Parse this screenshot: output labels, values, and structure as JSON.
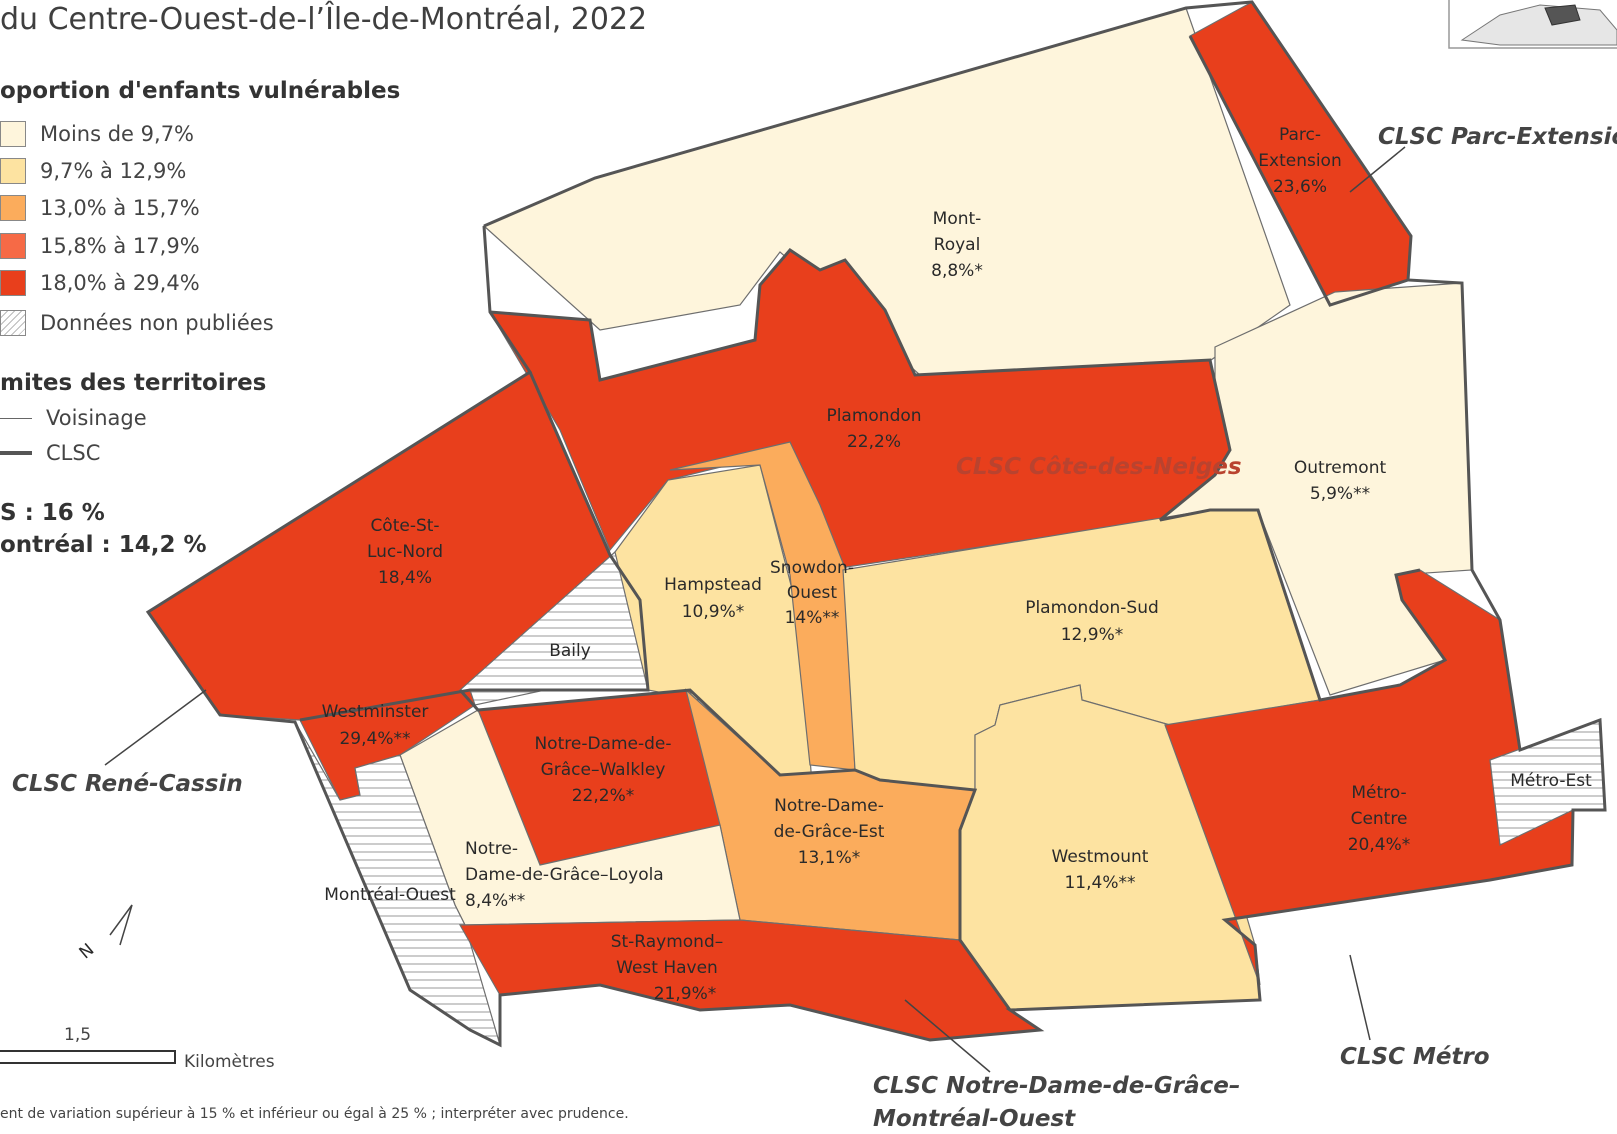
{
  "title": "du Centre-Ouest-de-l’Île-de-Montréal, 2022",
  "legend": {
    "title": "oportion d'enfants vulnérables",
    "classes": [
      {
        "label": "Moins de 9,7%",
        "color": "#fef5dc"
      },
      {
        "label": "9,7% à 12,9%",
        "color": "#fde3a1"
      },
      {
        "label": "13,0% à 15,7%",
        "color": "#fbac5c"
      },
      {
        "label": "15,8% à 17,9%",
        "color": "#f66a46"
      },
      {
        "label": "18,0% à 29,4%",
        "color": "#e83f1c"
      },
      {
        "label": "Données non publiées",
        "color": "hatched"
      }
    ],
    "limits_title": "mites des territoires",
    "limits": [
      {
        "label": "Voisinage"
      },
      {
        "label": "CLSC"
      }
    ]
  },
  "stats": {
    "line1": "S : 16 %",
    "line2": "ontréal : 14,2 %"
  },
  "neighborhoods": {
    "mont_royal": {
      "name1": "Mont-",
      "name2": "Royal",
      "value": "8,8%*"
    },
    "parc_extension": {
      "name1": "Parc-",
      "name2": "Extension",
      "value": "23,6%"
    },
    "plamondon": {
      "name": "Plamondon",
      "value": "22,2%"
    },
    "outremont": {
      "name": "Outremont",
      "value": "5,9%**"
    },
    "cote_st_luc_nord": {
      "name1": "Côte-St-",
      "name2": "Luc-Nord",
      "value": "18,4%"
    },
    "hampstead": {
      "name": "Hampstead",
      "value": "10,9%*"
    },
    "snowdon_ouest": {
      "name1": "Snowdon-",
      "name2": "Ouest",
      "value": "14%**"
    },
    "plamondon_sud": {
      "name": "Plamondon-Sud",
      "value": "12,9%*"
    },
    "baily": {
      "name": "Baily"
    },
    "westminster": {
      "name": "Westminster",
      "value": "29,4%**"
    },
    "ndg_walkley": {
      "name1": "Notre-Dame-de-",
      "name2": "Grâce–Walkley",
      "value": "22,2%*"
    },
    "ndg_est": {
      "name1": "Notre-Dame-",
      "name2": "de-Grâce-Est",
      "value": "13,1%*"
    },
    "westmount": {
      "name": "Westmount",
      "value": "11,4%**"
    },
    "metro_centre": {
      "name1": "Métro-",
      "name2": "Centre",
      "value": "20,4%*"
    },
    "metro_est": {
      "name": "Métro-Est"
    },
    "ndg_loyola": {
      "name1": "Notre-",
      "name2": "Dame-de-Grâce–Loyola",
      "value": "8,4%**"
    },
    "montreal_ouest": {
      "name": "Montréal-Ouest"
    },
    "st_raymond": {
      "name1": "St-Raymond–",
      "name2": "West Haven",
      "value": "21,9%*"
    }
  },
  "clsc_labels": {
    "parc_extension": "CLSC Parc-Extension",
    "cote_des_neiges": "CLSC Côte-des-Neiges",
    "rene_cassin": "CLSC René-Cassin",
    "metro": "CLSC Métro",
    "ndg_mo_line1": "CLSC Notre-Dame-de-Grâce–",
    "ndg_mo_line2": "Montréal-Ouest"
  },
  "scale": {
    "value": "1,5",
    "unit": "Kilomètres"
  },
  "footnote": "ent de variation supérieur à 15 % et inférieur ou égal à 25 % ; interpréter avec prudence.",
  "north_letter": "N"
}
